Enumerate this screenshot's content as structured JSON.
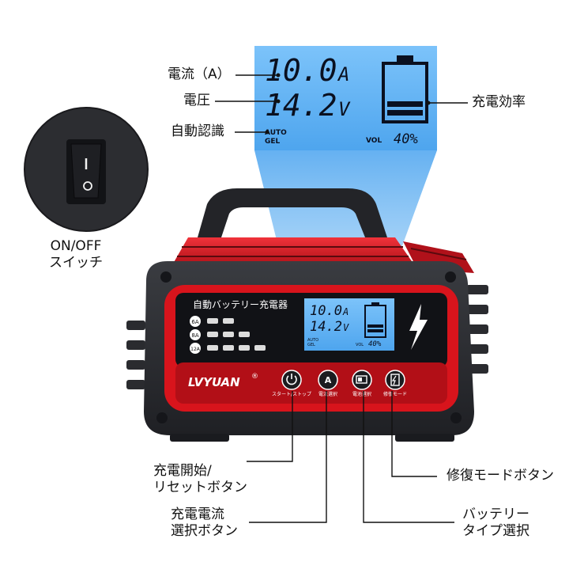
{
  "callouts": {
    "current": "電流（A）",
    "voltage": "電圧",
    "auto_detect": "自動認識",
    "efficiency": "充電効率",
    "switch_line1": "ON/OFF",
    "switch_line2": "スイッチ",
    "start_line1": "充電開始/",
    "start_line2": "リセットボタン",
    "current_sel_line1": "充電電流",
    "current_sel_line2": "選択ボタン",
    "repair": "修復モードボタン",
    "battery_line1": "バッテリー",
    "battery_line2": "タイプ選択"
  },
  "lcd": {
    "current_value": "10.0",
    "current_unit": "A",
    "voltage_value": "14.2",
    "voltage_unit": "V",
    "auto": "AUTO",
    "gel": "GEL",
    "vol": "VOL",
    "percent": "40%"
  },
  "device": {
    "panel_title": "自動バッテリー充電器",
    "brand": "LVYUAN",
    "brand_mark": "®",
    "amp_6": "6A",
    "amp_8": "8A",
    "amp_12": "12A",
    "btn_start_label": "スタート/ストップ",
    "btn_current_label": "電流選択",
    "btn_battery_label": "電池選択",
    "btn_repair_label": "修復モード"
  },
  "colors": {
    "lcd_blue": "#5fb4f5",
    "device_red": "#d8141c",
    "device_body": "#2b2d31"
  }
}
